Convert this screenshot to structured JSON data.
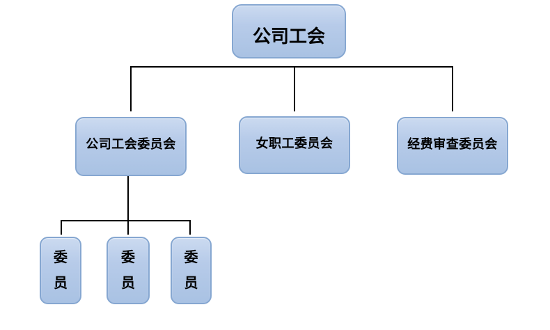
{
  "diagram": {
    "type": "org-chart",
    "root": {
      "label": "公司工会"
    },
    "level2": [
      {
        "label": "公司工会委员会"
      },
      {
        "label": "女职工委员会"
      },
      {
        "label": "经费审查委员会"
      }
    ],
    "level3": [
      {
        "label": "委员"
      },
      {
        "label": "委员"
      },
      {
        "label": "委员"
      }
    ],
    "colors": {
      "box_fill_light": "#cbdaf0",
      "box_fill_dark": "#a9c2e3",
      "box_border": "#86a7d1",
      "connector": "#000000",
      "text": "#000000",
      "background": "#ffffff"
    }
  }
}
